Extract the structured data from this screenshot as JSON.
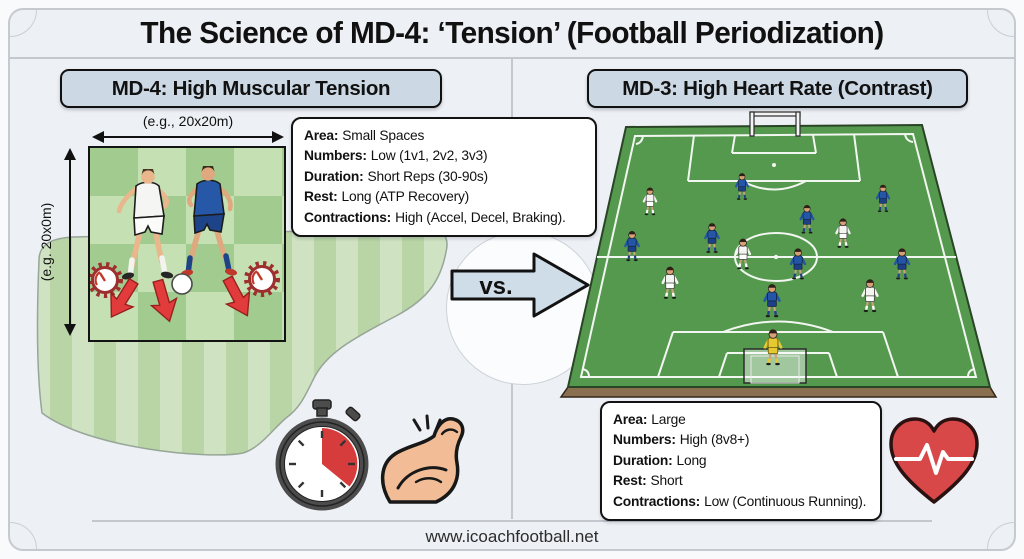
{
  "title": "The Science of MD-4: ‘Tension’ (Football Periodization)",
  "left_panel": {
    "header": "MD-4: High Muscular Tension",
    "pitch_width_label": "(e.g., 20x20m)",
    "pitch_height_label": "(e.g. 20x0m)",
    "info": [
      {
        "label": "Area:",
        "value": "Small Spaces"
      },
      {
        "label": "Numbers:",
        "value": "Low (1v1, 2v2, 3v3)"
      },
      {
        "label": "Duration:",
        "value": "Short Reps (30-90s)"
      },
      {
        "label": "Rest:",
        "value": "Long (ATP Recovery)"
      },
      {
        "label": "Contractions:",
        "value": "High (Accel, Decel, Braking)."
      }
    ],
    "icons": [
      "stopwatch-icon",
      "flexed-biceps-icon"
    ]
  },
  "versus_label": "vs.",
  "right_panel": {
    "header": "MD-3: High Heart Rate (Contrast)",
    "info": [
      {
        "label": "Area:",
        "value": "Large"
      },
      {
        "label": "Numbers:",
        "value": "High (8v8+)"
      },
      {
        "label": "Duration:",
        "value": "Long"
      },
      {
        "label": "Rest:",
        "value": "Short"
      },
      {
        "label": "Contractions:",
        "value": "Low (Continuous Running)."
      }
    ],
    "icons": [
      "heart-rate-icon"
    ]
  },
  "footer": {
    "website": "www.icoachfootball.net"
  },
  "colors": {
    "panel_accent": "#ccd9e5",
    "pitch_green": "#55994f",
    "team_blue": "#2456a8",
    "team_blue_shorts": "#1c3f85",
    "team_white": "#f4f4f1",
    "gk_yellow": "#e6c832",
    "heart_red": "#d84848",
    "arrow_red": "#e23b3b",
    "gear_red": "#9e2f2f"
  }
}
